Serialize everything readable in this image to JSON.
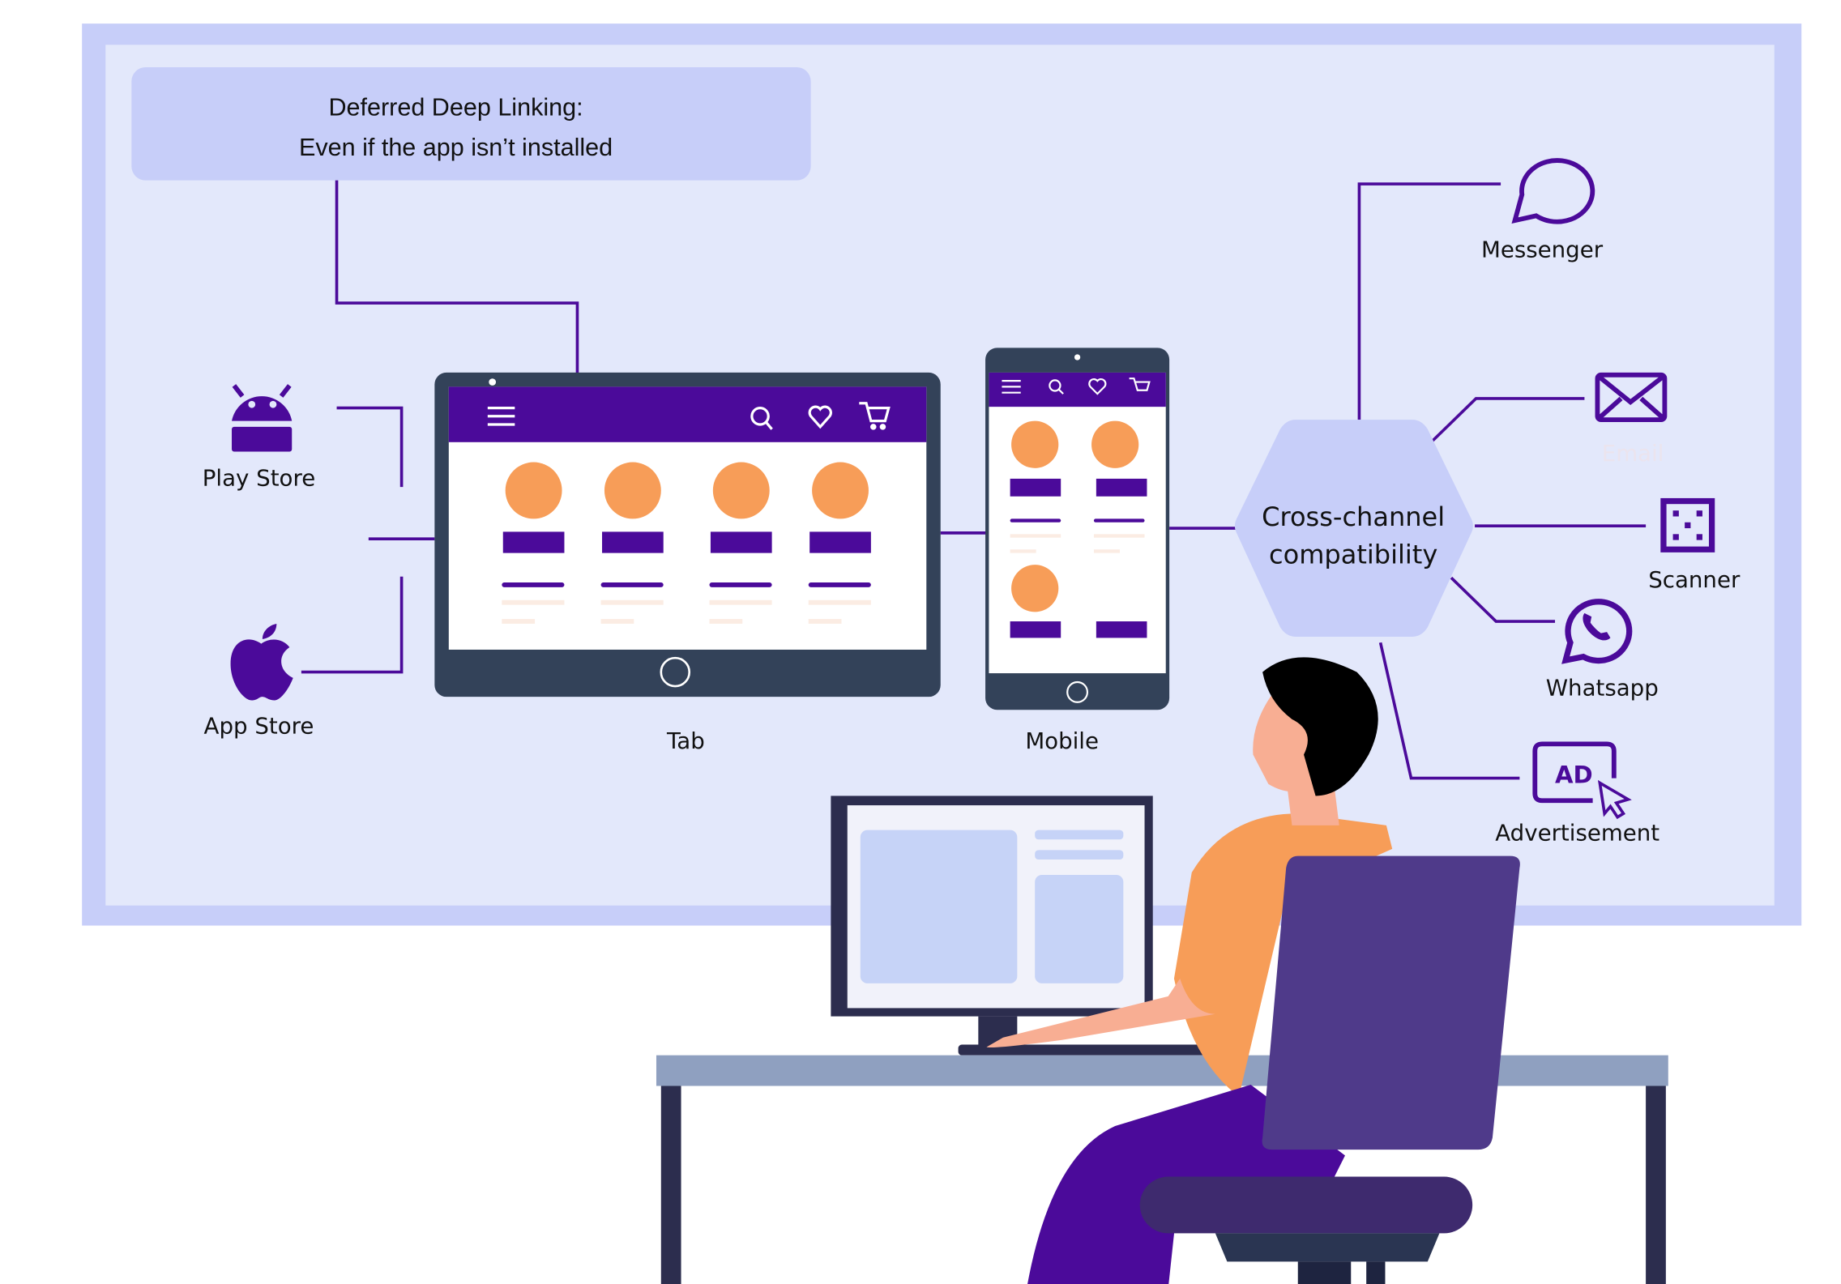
{
  "title_box": {
    "line1": "Deferred Deep Linking:",
    "line2": "Even if the app isn’t installed"
  },
  "stores": [
    {
      "label": "Play Store",
      "icon": "android-icon"
    },
    {
      "label": "App Store",
      "icon": "apple-icon"
    }
  ],
  "devices": {
    "tab_label": "Tab",
    "mobile_label": "Mobile"
  },
  "hub": {
    "line1": "Cross-channel",
    "line2": "compatibility"
  },
  "channels": [
    {
      "label": "Messenger",
      "icon": "chat-bubble-icon"
    },
    {
      "label": "Email",
      "icon": "envelope-icon"
    },
    {
      "label": "Scanner",
      "icon": "qr-scanner-icon"
    },
    {
      "label": "Whatsapp",
      "icon": "whatsapp-icon"
    },
    {
      "label": "Advertisement",
      "icon": "ad-cursor-icon",
      "badge": "AD"
    }
  ],
  "colors": {
    "accent": "#4b0a9a",
    "frame": "#c7cef9",
    "panel": "#e3e8fb",
    "orange": "#f79d58",
    "device": "#334259"
  }
}
